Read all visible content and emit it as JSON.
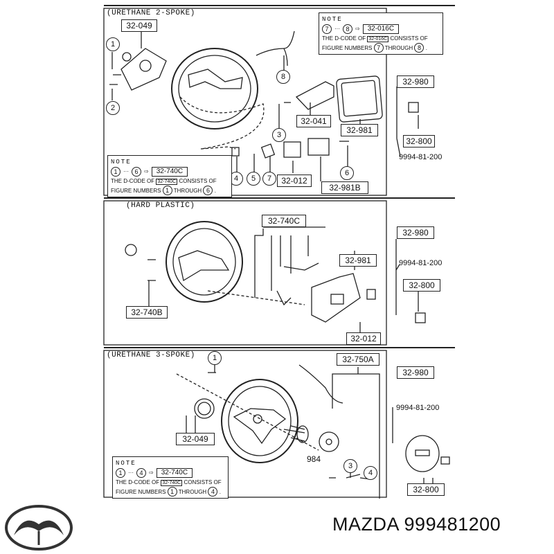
{
  "sections": [
    {
      "title": "(URETHANE 2-SPOKE)",
      "codes": [
        "32-049",
        "32-041",
        "32-981",
        "32-012",
        "32-981B",
        "32-980",
        "32-800"
      ],
      "part_number": "9994-81-200",
      "numbers": [
        "1",
        "2",
        "3",
        "4",
        "5",
        "6",
        "7",
        "8"
      ],
      "notes": [
        {
          "heading": "NOTE",
          "from": "7",
          "to": "8",
          "code": "32-016C",
          "line1_pre": "THE D-CODE OF",
          "line1_code": "32-016C",
          "line1_post": "CONSISTS OF",
          "line2_pre": "FIGURE NUMBERS",
          "n1": "7",
          "through": "THROUGH",
          "n2": "8",
          "end": "."
        },
        {
          "heading": "NOTE",
          "from": "1",
          "to": "6",
          "code": "32-740C",
          "line1_pre": "THE D-CODE OF",
          "line1_code": "32-740C",
          "line1_post": "CONSISTS OF",
          "line2_pre": "FIGURE NUMBERS",
          "n1": "1",
          "through": "THROUGH",
          "n2": "6",
          "end": "."
        }
      ]
    },
    {
      "title": "(HARD PLASTIC)",
      "codes": [
        "32-740C",
        "32-981",
        "32-740B",
        "32-012",
        "32-980",
        "32-800"
      ],
      "part_number": "9994-81-200"
    },
    {
      "title": "(URETHANE 3-SPOKE)",
      "codes": [
        "32-750A",
        "32-049",
        "32-980",
        "32-800",
        "984"
      ],
      "part_number": "9994-81-200",
      "numbers": [
        "1",
        "3",
        "4"
      ],
      "notes": [
        {
          "heading": "NOTE",
          "from": "1",
          "to": "4",
          "code": "32-740C",
          "line1_pre": "THE D-CODE OF",
          "line1_code": "32-740C",
          "line1_post": "CONSISTS OF",
          "line2_pre": "FIGURE NUMBERS",
          "n1": "1",
          "through": "THROUGH",
          "n2": "4",
          "end": "."
        }
      ]
    }
  ],
  "footer": {
    "brand": "MAZDA",
    "part": "999481200"
  },
  "icons": {
    "logo": "mazda-logo-icon"
  }
}
